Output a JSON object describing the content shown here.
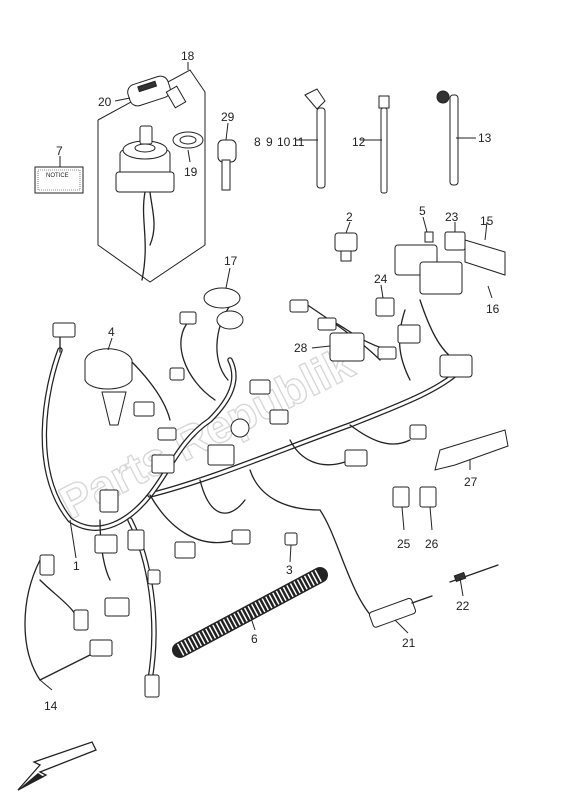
{
  "diagram": {
    "watermark": "Parts Republik",
    "notice_label": "NOTICE",
    "callouts": [
      {
        "id": "c1",
        "text": "1"
      },
      {
        "id": "c2",
        "text": "2"
      },
      {
        "id": "c3",
        "text": "3"
      },
      {
        "id": "c4",
        "text": "4"
      },
      {
        "id": "c5",
        "text": "5"
      },
      {
        "id": "c6",
        "text": "6"
      },
      {
        "id": "c7",
        "text": "7"
      },
      {
        "id": "c8",
        "text": "8"
      },
      {
        "id": "c9",
        "text": "9"
      },
      {
        "id": "c10",
        "text": "10"
      },
      {
        "id": "c11",
        "text": "11"
      },
      {
        "id": "c12",
        "text": "12"
      },
      {
        "id": "c13",
        "text": "13"
      },
      {
        "id": "c14",
        "text": "14"
      },
      {
        "id": "c15",
        "text": "15"
      },
      {
        "id": "c16",
        "text": "16"
      },
      {
        "id": "c17",
        "text": "17"
      },
      {
        "id": "c18",
        "text": "18"
      },
      {
        "id": "c19",
        "text": "19"
      },
      {
        "id": "c20",
        "text": "20"
      },
      {
        "id": "c21",
        "text": "21"
      },
      {
        "id": "c22",
        "text": "22"
      },
      {
        "id": "c23",
        "text": "23"
      },
      {
        "id": "c24",
        "text": "24"
      },
      {
        "id": "c25",
        "text": "25"
      },
      {
        "id": "c26",
        "text": "26"
      },
      {
        "id": "c27",
        "text": "27"
      },
      {
        "id": "c28",
        "text": "28"
      },
      {
        "id": "c29",
        "text": "29"
      }
    ]
  }
}
